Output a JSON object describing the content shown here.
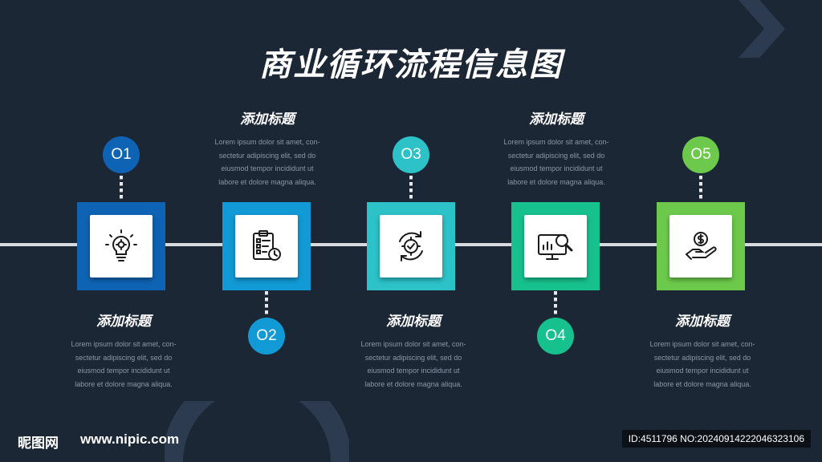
{
  "title": "商业循环流程信息图",
  "colors": {
    "background": "#1c2736",
    "step1": "#0e63b4",
    "step2": "#129ad6",
    "step3": "#2cc2c8",
    "step4": "#17c18e",
    "step5": "#6cc94b"
  },
  "steps": [
    {
      "number": "O1",
      "heading": "添加标题",
      "desc": [
        "Lorem ipsum dolor sit amet, con-",
        "sectetur adipiscing elit, sed do",
        "eiusmod tempor incididunt ut",
        "labore et dolore magna aliqua."
      ],
      "icon": "lightbulb-gear-icon"
    },
    {
      "number": "O2",
      "heading": "添加标题",
      "desc": [
        "Lorem ipsum dolor sit amet, con-",
        "sectetur adipiscing elit, sed do",
        "eiusmod tempor incididunt ut",
        "labore et dolore magna aliqua."
      ],
      "icon": "checklist-clock-icon"
    },
    {
      "number": "O3",
      "heading": "添加标题",
      "desc": [
        "Lorem ipsum dolor sit amet, con-",
        "sectetur adipiscing elit, sed do",
        "eiusmod tempor incididunt ut",
        "labore et dolore magna aliqua."
      ],
      "icon": "gear-cycle-check-icon"
    },
    {
      "number": "O4",
      "heading": "添加标题",
      "desc": [
        "Lorem ipsum dolor sit amet, con-",
        "sectetur adipiscing elit, sed do",
        "eiusmod tempor incididunt ut",
        "labore et dolore magna aliqua."
      ],
      "icon": "monitor-analytics-icon"
    },
    {
      "number": "O5",
      "heading": "添加标题",
      "desc": [
        "Lorem ipsum dolor sit amet, con-",
        "sectetur adipiscing elit, sed do",
        "eiusmod tempor incididunt ut",
        "labore et dolore magna aliqua."
      ],
      "icon": "hand-dollar-icon"
    }
  ],
  "footer": {
    "logo": "昵图网",
    "url": "www.nipic.com",
    "id": "ID:4511796 NO:20240914222046323106"
  }
}
